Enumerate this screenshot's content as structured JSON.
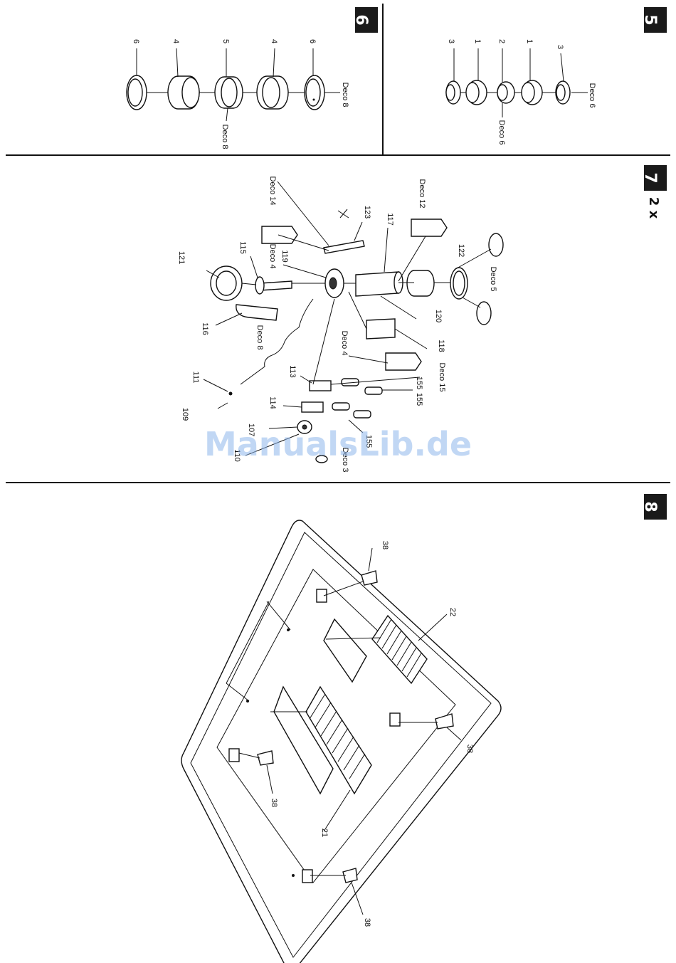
{
  "sections": {
    "s5": {
      "number": "5"
    },
    "s6": {
      "number": "6"
    },
    "s7": {
      "number": "7",
      "multiplier": "2 x"
    },
    "s8": {
      "number": "8"
    }
  },
  "labels": {
    "s5": {
      "p3a": "3",
      "p1a": "1",
      "p2": "2",
      "p1b": "1",
      "p3b": "3",
      "deco6a": "Deco 6",
      "deco6b": "Deco 6"
    },
    "s6": {
      "p6a": "6",
      "p4a": "4",
      "p5": "5",
      "p4b": "4",
      "p6b": "6",
      "deco8a": "Deco 8",
      "deco8b": "Deco 8"
    },
    "s7": {
      "deco14": "Deco 14",
      "deco12": "Deco 12",
      "p123": "123",
      "p117": "117",
      "p115": "115",
      "deco4a": "Deco 4",
      "p119": "119",
      "p121": "121",
      "p122": "122",
      "deco5": "Deco 5",
      "p120": "120",
      "p116": "116",
      "deco8": "Deco 8",
      "p118": "118",
      "deco4b": "Deco 4",
      "p111": "111",
      "deco15": "Deco 15",
      "p113": "113",
      "p155a": "155",
      "p155b": "155",
      "p114": "114",
      "p109": "109",
      "p107": "107",
      "p110": "110",
      "deco3": "Deco 3",
      "p155c": "155"
    },
    "s8": {
      "p38a": "38",
      "p22": "22",
      "p38b": "38",
      "p38c": "38",
      "p21": "21",
      "p38d": "38"
    }
  },
  "watermark": "ManualsLib.de"
}
